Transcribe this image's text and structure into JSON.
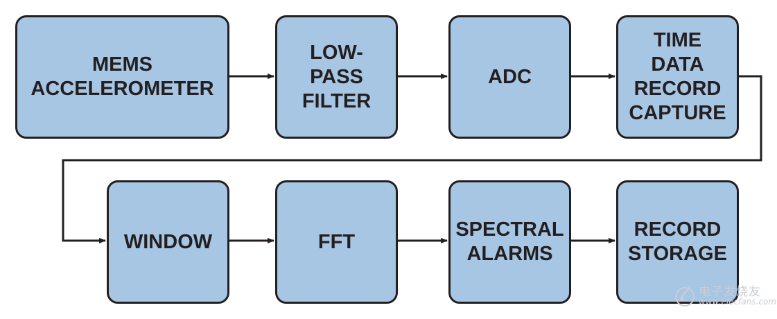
{
  "diagram": {
    "nodes": [
      {
        "id": "mems-accelerometer",
        "label": "MEMS\nACCELEROMETER"
      },
      {
        "id": "low-pass-filter",
        "label": "LOW-\nPASS\nFILTER"
      },
      {
        "id": "adc",
        "label": "ADC"
      },
      {
        "id": "time-data-record-capture",
        "label": "TIME\nDATA\nRECORD\nCAPTURE"
      },
      {
        "id": "window",
        "label": "WINDOW"
      },
      {
        "id": "fft",
        "label": "FFT"
      },
      {
        "id": "spectral-alarms",
        "label": "SPECTRAL\nALARMS"
      },
      {
        "id": "record-storage",
        "label": "RECORD\nSTORAGE"
      }
    ],
    "edges": [
      {
        "from": "mems-accelerometer",
        "to": "low-pass-filter"
      },
      {
        "from": "low-pass-filter",
        "to": "adc"
      },
      {
        "from": "adc",
        "to": "time-data-record-capture"
      },
      {
        "from": "time-data-record-capture",
        "to": "window"
      },
      {
        "from": "window",
        "to": "fft"
      },
      {
        "from": "fft",
        "to": "spectral-alarms"
      },
      {
        "from": "spectral-alarms",
        "to": "record-storage"
      }
    ],
    "colors": {
      "box_fill": "#a7c6e4",
      "stroke": "#231f20",
      "text": "#231f20"
    }
  },
  "watermark": {
    "chinese": "电子发烧友",
    "url": "www.elecfans.com"
  }
}
